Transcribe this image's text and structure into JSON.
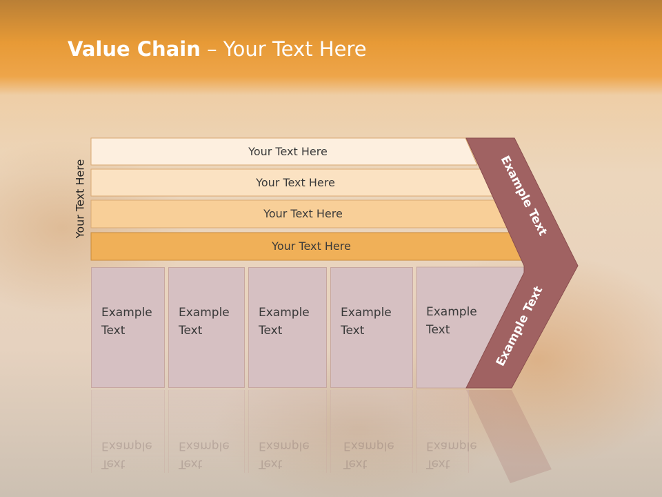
{
  "slide": {
    "title_bold": "Value Chain",
    "title_rest": " – Your Text Here",
    "side_label": "Your Text Here"
  },
  "bands": [
    {
      "label": "Your Text Here",
      "fill": "#fdefdf"
    },
    {
      "label": "Your Text Here",
      "fill": "#fbe2c2"
    },
    {
      "label": "Your Text Here",
      "fill": "#f8cf98"
    },
    {
      "label": "Your Text Here",
      "fill": "#f0b058"
    }
  ],
  "columns": [
    {
      "line1": "Example",
      "line2": "Text"
    },
    {
      "line1": "Example",
      "line2": "Text"
    },
    {
      "line1": "Example",
      "line2": "Text"
    },
    {
      "line1": "Example",
      "line2": "Text"
    },
    {
      "line1": "Example",
      "line2": "Text"
    }
  ],
  "chevrons": {
    "upper_label": "Example Text",
    "lower_label": "Example Text",
    "fill": "#a06262"
  }
}
